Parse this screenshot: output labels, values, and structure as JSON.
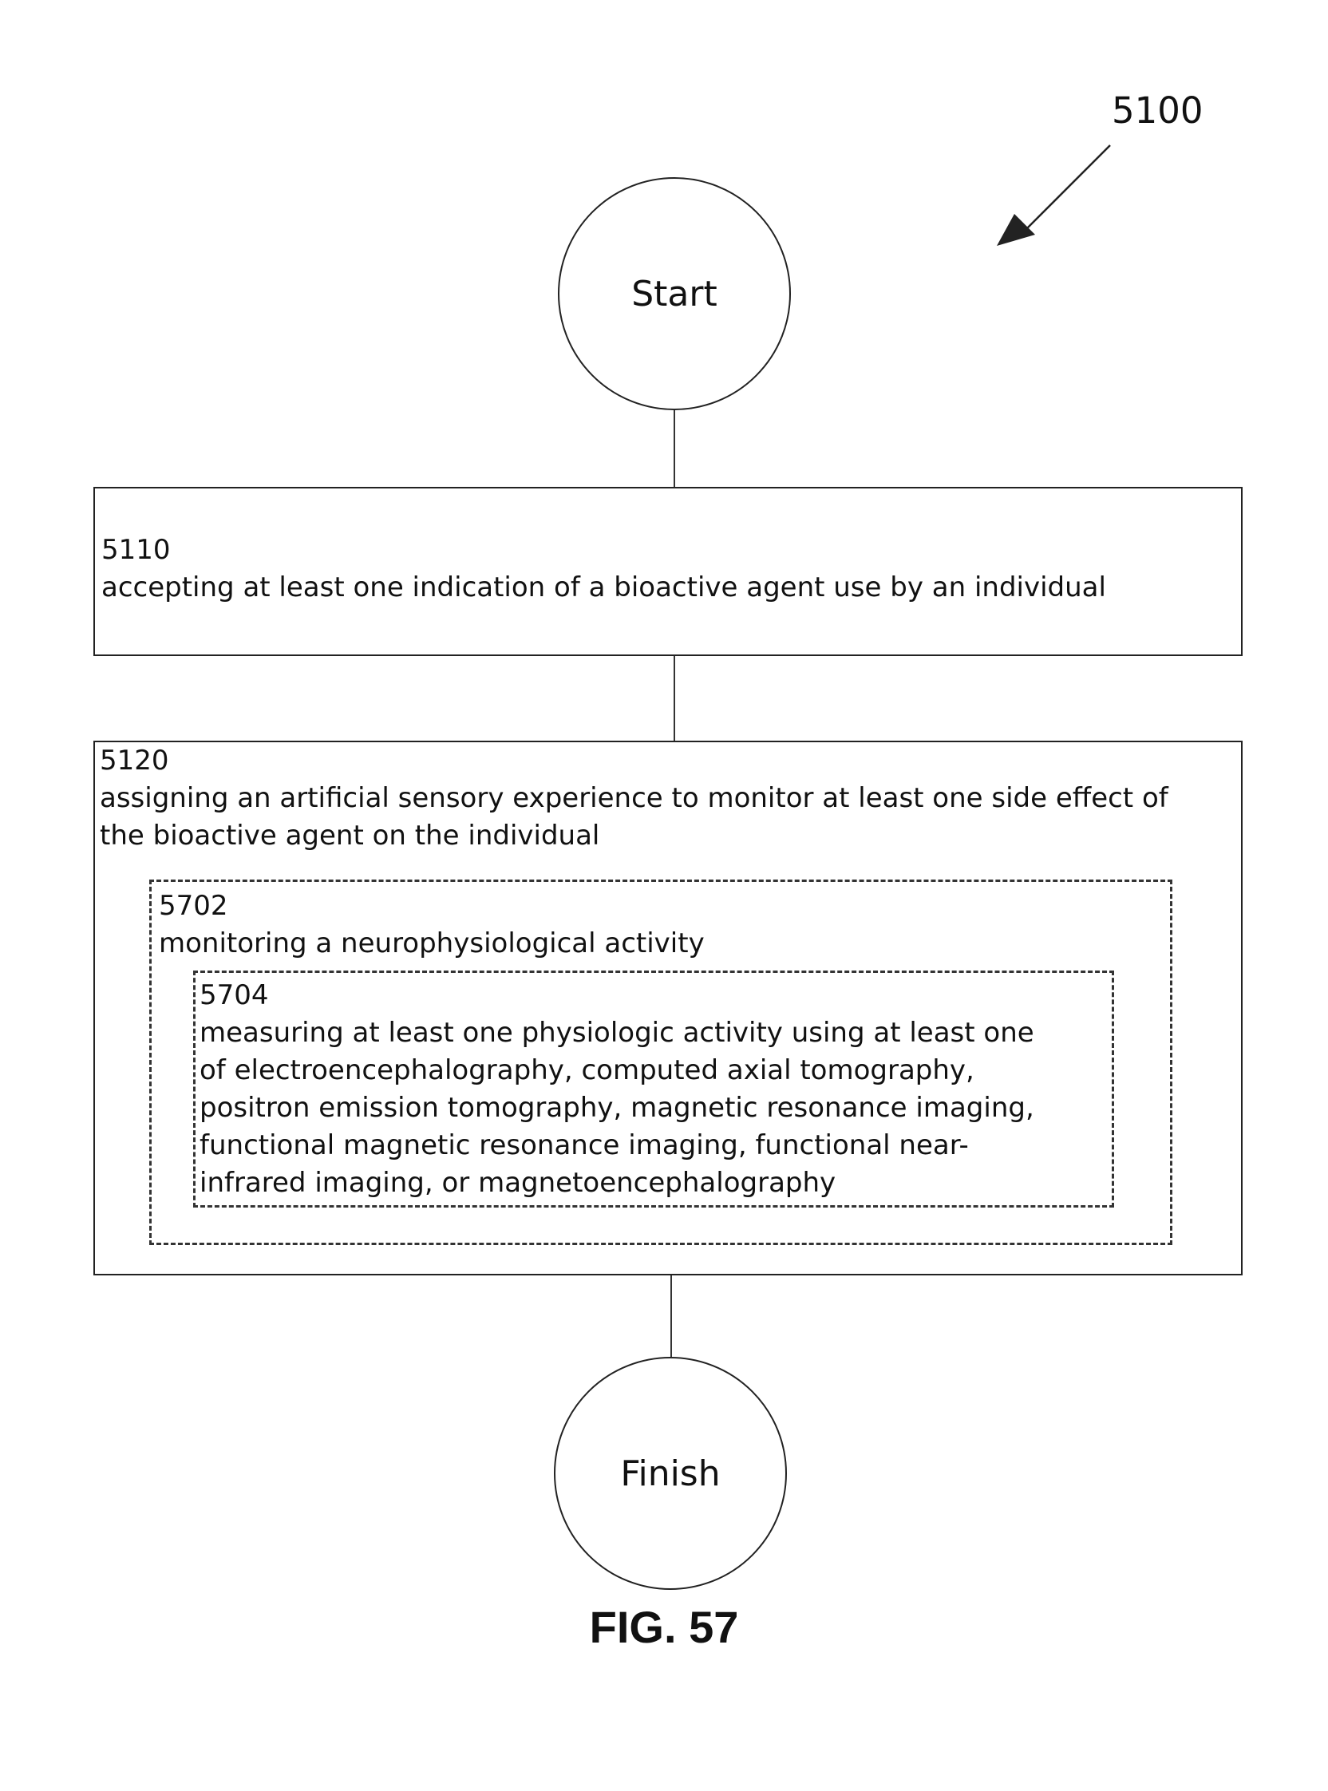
{
  "figure": {
    "reference_number": "5100",
    "caption": "FIG. 57"
  },
  "nodes": {
    "start": {
      "label": "Start"
    },
    "finish": {
      "label": "Finish"
    }
  },
  "steps": {
    "s5110": {
      "number": "5110",
      "lines": [
        "accepting at least one indication of a bioactive agent use by an individual"
      ]
    },
    "s5120": {
      "number": "5120",
      "lines": [
        "assigning an artificial sensory experience to monitor at least one side effect of",
        "the bioactive agent on the individual"
      ]
    },
    "s5702": {
      "number": "5702",
      "lines": [
        "monitoring a neurophysiological activity"
      ]
    },
    "s5704": {
      "number": "5704",
      "lines": [
        "measuring at least one physiologic activity using at least one",
        "of electroencephalography, computed axial tomography,",
        "positron emission tomography, magnetic resonance imaging,",
        "functional magnetic resonance imaging, functional near-",
        "infrared imaging, or magnetoencephalography"
      ]
    }
  }
}
